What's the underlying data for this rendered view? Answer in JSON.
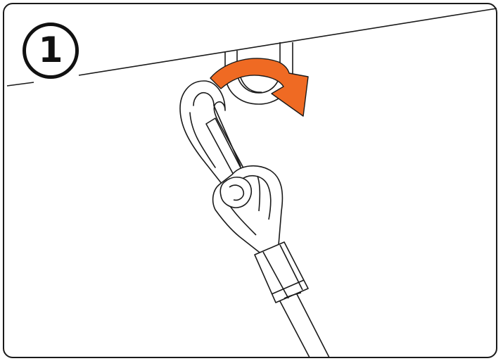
{
  "step": {
    "number": "1"
  },
  "colors": {
    "outline": "#1a1a1a",
    "arrow": "#ef6a23",
    "background": "#ffffff"
  },
  "icons": {
    "step_badge": "circled-number",
    "rotation": "curved-arrow-clockwise"
  }
}
